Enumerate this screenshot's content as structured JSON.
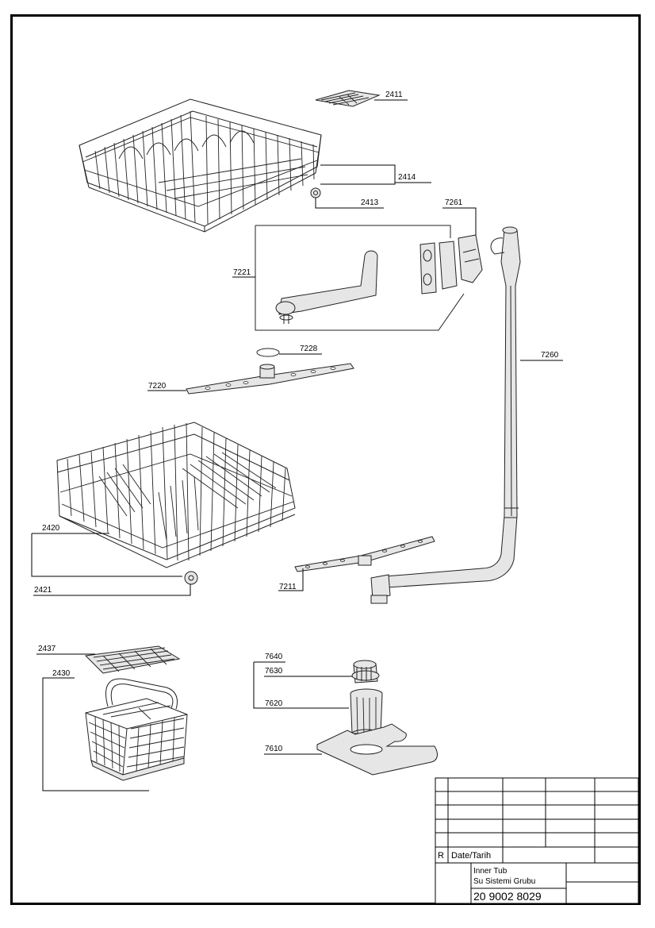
{
  "parts": [
    {
      "id": "p2411",
      "label": "2411"
    },
    {
      "id": "p2414",
      "label": "2414"
    },
    {
      "id": "p2413",
      "label": "2413"
    },
    {
      "id": "p7261",
      "label": "7261"
    },
    {
      "id": "p7221",
      "label": "7221"
    },
    {
      "id": "p7228",
      "label": "7228"
    },
    {
      "id": "p7260",
      "label": "7260"
    },
    {
      "id": "p7220",
      "label": "7220"
    },
    {
      "id": "p2420",
      "label": "2420"
    },
    {
      "id": "p2421",
      "label": "2421"
    },
    {
      "id": "p7211",
      "label": "7211"
    },
    {
      "id": "p2437",
      "label": "2437"
    },
    {
      "id": "p2430",
      "label": "2430"
    },
    {
      "id": "p7640",
      "label": "7640"
    },
    {
      "id": "p7630",
      "label": "7630"
    },
    {
      "id": "p7620",
      "label": "7620"
    },
    {
      "id": "p7610",
      "label": "7610"
    }
  ],
  "title_block": {
    "revision_mark": "R",
    "date_label": "Date/Tarih",
    "title_line1": "Inner Tub",
    "title_line2": "Su Sistemi Grubu",
    "drawing_number": "20 9002 8029"
  }
}
